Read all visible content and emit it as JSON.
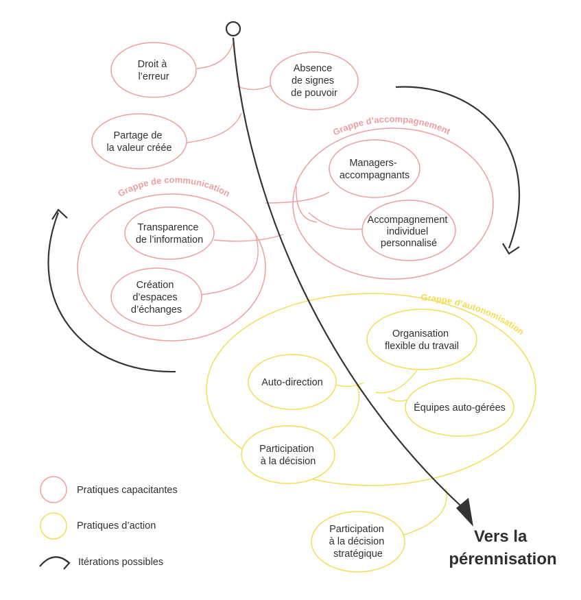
{
  "colors": {
    "capacitante": "#ee9ea0",
    "action": "#f4dd54",
    "ink": "#333333",
    "text": "#2f2f2f"
  },
  "nodes": {
    "droit_erreur": [
      "Droit à",
      "l’erreur"
    ],
    "absence_signes": [
      "Absence",
      "de signes",
      "de pouvoir"
    ],
    "partage_valeur": [
      "Partage de",
      "la valeur créée"
    ],
    "managers": [
      "Managers-",
      "accompagnants"
    ],
    "accompagnement": [
      "Accompagnement",
      "individuel",
      "personnalisé"
    ],
    "transparence": [
      "Transparence",
      "de l’information"
    ],
    "creation_espaces": [
      "Création",
      "d’espaces",
      "d’échanges"
    ],
    "organisation": [
      "Organisation",
      "flexible du travail"
    ],
    "auto_direction": [
      "Auto-direction"
    ],
    "equipes": [
      "Équipes auto-gérées"
    ],
    "participation_decision": [
      "Participation",
      "à la décision"
    ],
    "participation_strategique": [
      "Participation",
      "à la décision",
      "stratégique"
    ]
  },
  "clusters": {
    "communication": "Grappe de communication",
    "accompagnement": "Grappe d’accompagnement",
    "autonomisation": "Grappe d’autonomisation"
  },
  "legend": {
    "capacitantes": "Pratiques capacitantes",
    "action": "Pratiques d’action",
    "iterations": "Itérations possibles"
  },
  "destination": [
    "Vers la",
    "pérennisation"
  ]
}
